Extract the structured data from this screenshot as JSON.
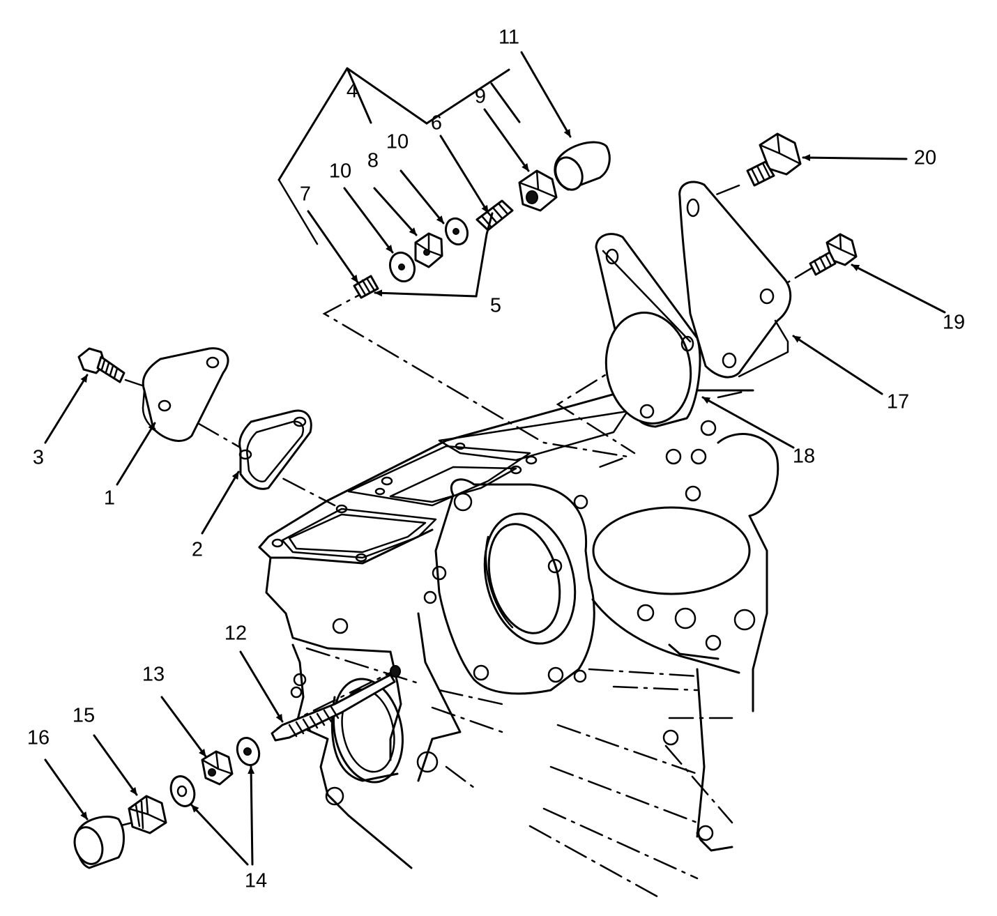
{
  "callouts": [
    {
      "id": "1",
      "text": "1"
    },
    {
      "id": "2",
      "text": "2"
    },
    {
      "id": "3",
      "text": "3"
    },
    {
      "id": "4",
      "text": "4"
    },
    {
      "id": "5",
      "text": "5"
    },
    {
      "id": "6",
      "text": "6"
    },
    {
      "id": "7",
      "text": "7"
    },
    {
      "id": "8",
      "text": "8"
    },
    {
      "id": "9",
      "text": "9"
    },
    {
      "id": "10a",
      "text": "10"
    },
    {
      "id": "10b",
      "text": "10"
    },
    {
      "id": "11",
      "text": "11"
    },
    {
      "id": "12",
      "text": "12"
    },
    {
      "id": "13",
      "text": "13"
    },
    {
      "id": "14",
      "text": "14"
    },
    {
      "id": "15",
      "text": "15"
    },
    {
      "id": "16",
      "text": "16"
    },
    {
      "id": "17",
      "text": "17"
    },
    {
      "id": "18",
      "text": "18"
    },
    {
      "id": "19",
      "text": "19"
    },
    {
      "id": "20",
      "text": "20"
    }
  ]
}
